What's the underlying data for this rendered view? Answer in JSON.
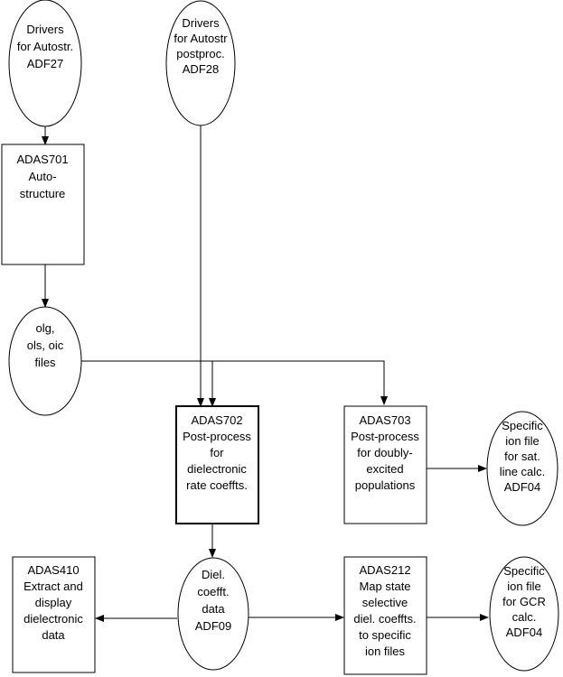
{
  "nodes": {
    "adf27": {
      "lines": [
        "Drivers",
        "for Autostr.",
        "",
        "",
        "ADF27"
      ]
    },
    "adf28": {
      "lines": [
        "Drivers",
        "for Autostr",
        "postproc.",
        "",
        "ADF28"
      ]
    },
    "adas701": {
      "lines": [
        "ADAS701",
        "",
        "Auto-",
        "structure"
      ]
    },
    "files": {
      "lines": [
        "olg,",
        "ols, oic",
        "",
        "files"
      ]
    },
    "adas702": {
      "lines": [
        "ADAS702",
        "",
        "Post-process",
        "for",
        "dielectronic",
        "rate coeffts."
      ]
    },
    "adas703": {
      "lines": [
        "ADAS703",
        "",
        "Post-process",
        "for doubly-",
        "excited",
        "populations"
      ]
    },
    "adf04_sat": {
      "lines": [
        "Specific",
        "ion file",
        "for sat.",
        "line calc.",
        "",
        "ADF04"
      ]
    },
    "adas410": {
      "lines": [
        "ADAS410",
        "",
        "Extract and",
        "display",
        "dielectronic",
        "data"
      ]
    },
    "adf09": {
      "lines": [
        "Diel.",
        "coefft.",
        "data",
        "",
        "ADF09"
      ]
    },
    "adas212": {
      "lines": [
        "ADAS212",
        "",
        "Map state",
        "selective",
        "diel. coeffts.",
        "to specific",
        "ion files"
      ]
    },
    "adf04_gcr": {
      "lines": [
        "Specific",
        "ion file",
        "for GCR",
        "calc.",
        "",
        "ADF04"
      ]
    }
  }
}
